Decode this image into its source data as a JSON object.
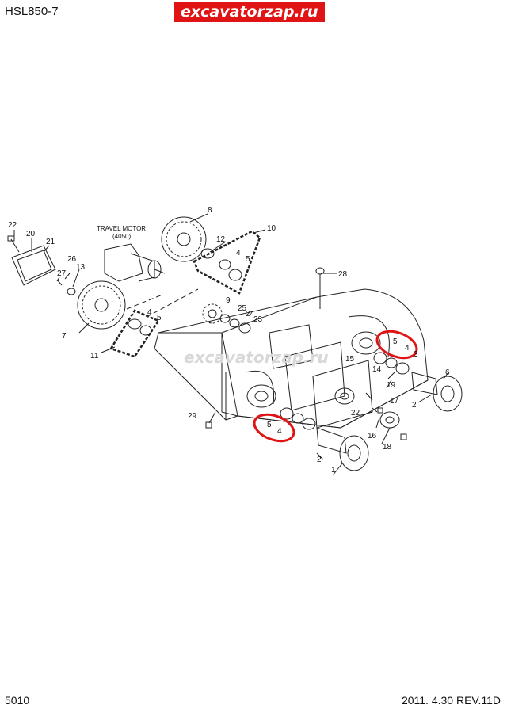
{
  "header": {
    "model": "HSL850-7",
    "brand": "excavatorzap.ru"
  },
  "footer": {
    "page_number": "5010",
    "revision": "2011. 4.30  REV.11D"
  },
  "drawing": {
    "watermark": "excavatorzap.ru",
    "motor_label_line1": "TRAVEL MOTOR",
    "motor_label_line2": "(4050)",
    "highlight_color": "#e01414",
    "labels": {
      "p1": "1",
      "p2a": "2",
      "p2b": "2",
      "p3": "3",
      "p4a": "4",
      "p4b": "4",
      "p4c": "4",
      "p4d": "4",
      "p5a": "5",
      "p5b": "5",
      "p5c": "5",
      "p5d": "5",
      "p6": "6",
      "p7": "7",
      "p8": "8",
      "p9": "9",
      "p10": "10",
      "p11": "11",
      "p12": "12",
      "p13": "13",
      "p14": "14",
      "p15": "15",
      "p16": "16",
      "p17": "17",
      "p18": "18",
      "p19": "19",
      "p20": "20",
      "p21": "21",
      "p22a": "22",
      "p22b": "22",
      "p23": "23",
      "p24": "24",
      "p25": "25",
      "p26": "26",
      "p27": "27",
      "p28": "28",
      "p29": "29"
    }
  }
}
